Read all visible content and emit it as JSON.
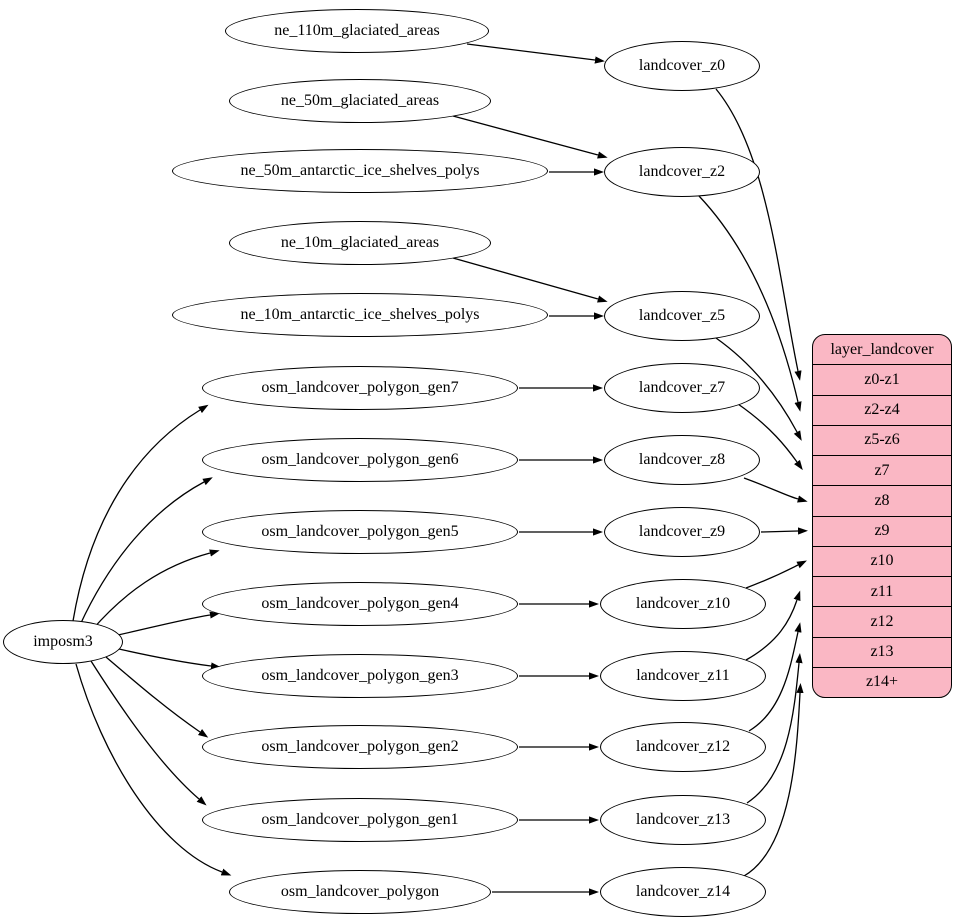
{
  "diagram": {
    "colors": {
      "record_fill": "#fab7c4",
      "node_fill": "#ffffff",
      "stroke": "#000000"
    },
    "nodes": [
      {
        "id": "imposm3",
        "label": "imposm3"
      },
      {
        "id": "ne_110m_glaciated_areas",
        "label": "ne_110m_glaciated_areas"
      },
      {
        "id": "ne_50m_glaciated_areas",
        "label": "ne_50m_glaciated_areas"
      },
      {
        "id": "ne_50m_antarctic_ice_shelves_polys",
        "label": "ne_50m_antarctic_ice_shelves_polys"
      },
      {
        "id": "ne_10m_glaciated_areas",
        "label": "ne_10m_glaciated_areas"
      },
      {
        "id": "ne_10m_antarctic_ice_shelves_polys",
        "label": "ne_10m_antarctic_ice_shelves_polys"
      },
      {
        "id": "osm_landcover_polygon_gen7",
        "label": "osm_landcover_polygon_gen7"
      },
      {
        "id": "osm_landcover_polygon_gen6",
        "label": "osm_landcover_polygon_gen6"
      },
      {
        "id": "osm_landcover_polygon_gen5",
        "label": "osm_landcover_polygon_gen5"
      },
      {
        "id": "osm_landcover_polygon_gen4",
        "label": "osm_landcover_polygon_gen4"
      },
      {
        "id": "osm_landcover_polygon_gen3",
        "label": "osm_landcover_polygon_gen3"
      },
      {
        "id": "osm_landcover_polygon_gen2",
        "label": "osm_landcover_polygon_gen2"
      },
      {
        "id": "osm_landcover_polygon_gen1",
        "label": "osm_landcover_polygon_gen1"
      },
      {
        "id": "osm_landcover_polygon",
        "label": "osm_landcover_polygon"
      },
      {
        "id": "landcover_z0",
        "label": "landcover_z0"
      },
      {
        "id": "landcover_z2",
        "label": "landcover_z2"
      },
      {
        "id": "landcover_z5",
        "label": "landcover_z5"
      },
      {
        "id": "landcover_z7",
        "label": "landcover_z7"
      },
      {
        "id": "landcover_z8",
        "label": "landcover_z8"
      },
      {
        "id": "landcover_z9",
        "label": "landcover_z9"
      },
      {
        "id": "landcover_z10",
        "label": "landcover_z10"
      },
      {
        "id": "landcover_z11",
        "label": "landcover_z11"
      },
      {
        "id": "landcover_z12",
        "label": "landcover_z12"
      },
      {
        "id": "landcover_z13",
        "label": "landcover_z13"
      },
      {
        "id": "landcover_z14",
        "label": "landcover_z14"
      }
    ],
    "record": {
      "id": "layer_landcover",
      "title": "layer_landcover",
      "rows": [
        "z0-z1",
        "z2-z4",
        "z5-z6",
        "z7",
        "z8",
        "z9",
        "z10",
        "z11",
        "z12",
        "z13",
        "z14+"
      ]
    },
    "edges": [
      {
        "from": "ne_110m_glaciated_areas",
        "to": "landcover_z0"
      },
      {
        "from": "ne_50m_glaciated_areas",
        "to": "landcover_z2"
      },
      {
        "from": "ne_50m_antarctic_ice_shelves_polys",
        "to": "landcover_z2"
      },
      {
        "from": "ne_10m_glaciated_areas",
        "to": "landcover_z5"
      },
      {
        "from": "ne_10m_antarctic_ice_shelves_polys",
        "to": "landcover_z5"
      },
      {
        "from": "imposm3",
        "to": "osm_landcover_polygon_gen7"
      },
      {
        "from": "imposm3",
        "to": "osm_landcover_polygon_gen6"
      },
      {
        "from": "imposm3",
        "to": "osm_landcover_polygon_gen5"
      },
      {
        "from": "imposm3",
        "to": "osm_landcover_polygon_gen4"
      },
      {
        "from": "imposm3",
        "to": "osm_landcover_polygon_gen3"
      },
      {
        "from": "imposm3",
        "to": "osm_landcover_polygon_gen2"
      },
      {
        "from": "imposm3",
        "to": "osm_landcover_polygon_gen1"
      },
      {
        "from": "imposm3",
        "to": "osm_landcover_polygon"
      },
      {
        "from": "osm_landcover_polygon_gen7",
        "to": "landcover_z7"
      },
      {
        "from": "osm_landcover_polygon_gen6",
        "to": "landcover_z8"
      },
      {
        "from": "osm_landcover_polygon_gen5",
        "to": "landcover_z9"
      },
      {
        "from": "osm_landcover_polygon_gen4",
        "to": "landcover_z10"
      },
      {
        "from": "osm_landcover_polygon_gen3",
        "to": "landcover_z11"
      },
      {
        "from": "osm_landcover_polygon_gen2",
        "to": "landcover_z12"
      },
      {
        "from": "osm_landcover_polygon_gen1",
        "to": "landcover_z13"
      },
      {
        "from": "osm_landcover_polygon",
        "to": "landcover_z14"
      },
      {
        "from": "landcover_z0",
        "to": "layer_landcover",
        "port": "z0-z1"
      },
      {
        "from": "landcover_z2",
        "to": "layer_landcover",
        "port": "z2-z4"
      },
      {
        "from": "landcover_z5",
        "to": "layer_landcover",
        "port": "z5-z6"
      },
      {
        "from": "landcover_z7",
        "to": "layer_landcover",
        "port": "z7"
      },
      {
        "from": "landcover_z8",
        "to": "layer_landcover",
        "port": "z8"
      },
      {
        "from": "landcover_z9",
        "to": "layer_landcover",
        "port": "z9"
      },
      {
        "from": "landcover_z10",
        "to": "layer_landcover",
        "port": "z10"
      },
      {
        "from": "landcover_z11",
        "to": "layer_landcover",
        "port": "z11"
      },
      {
        "from": "landcover_z12",
        "to": "layer_landcover",
        "port": "z12"
      },
      {
        "from": "landcover_z13",
        "to": "layer_landcover",
        "port": "z13"
      },
      {
        "from": "landcover_z14",
        "to": "layer_landcover",
        "port": "z14+"
      }
    ]
  }
}
